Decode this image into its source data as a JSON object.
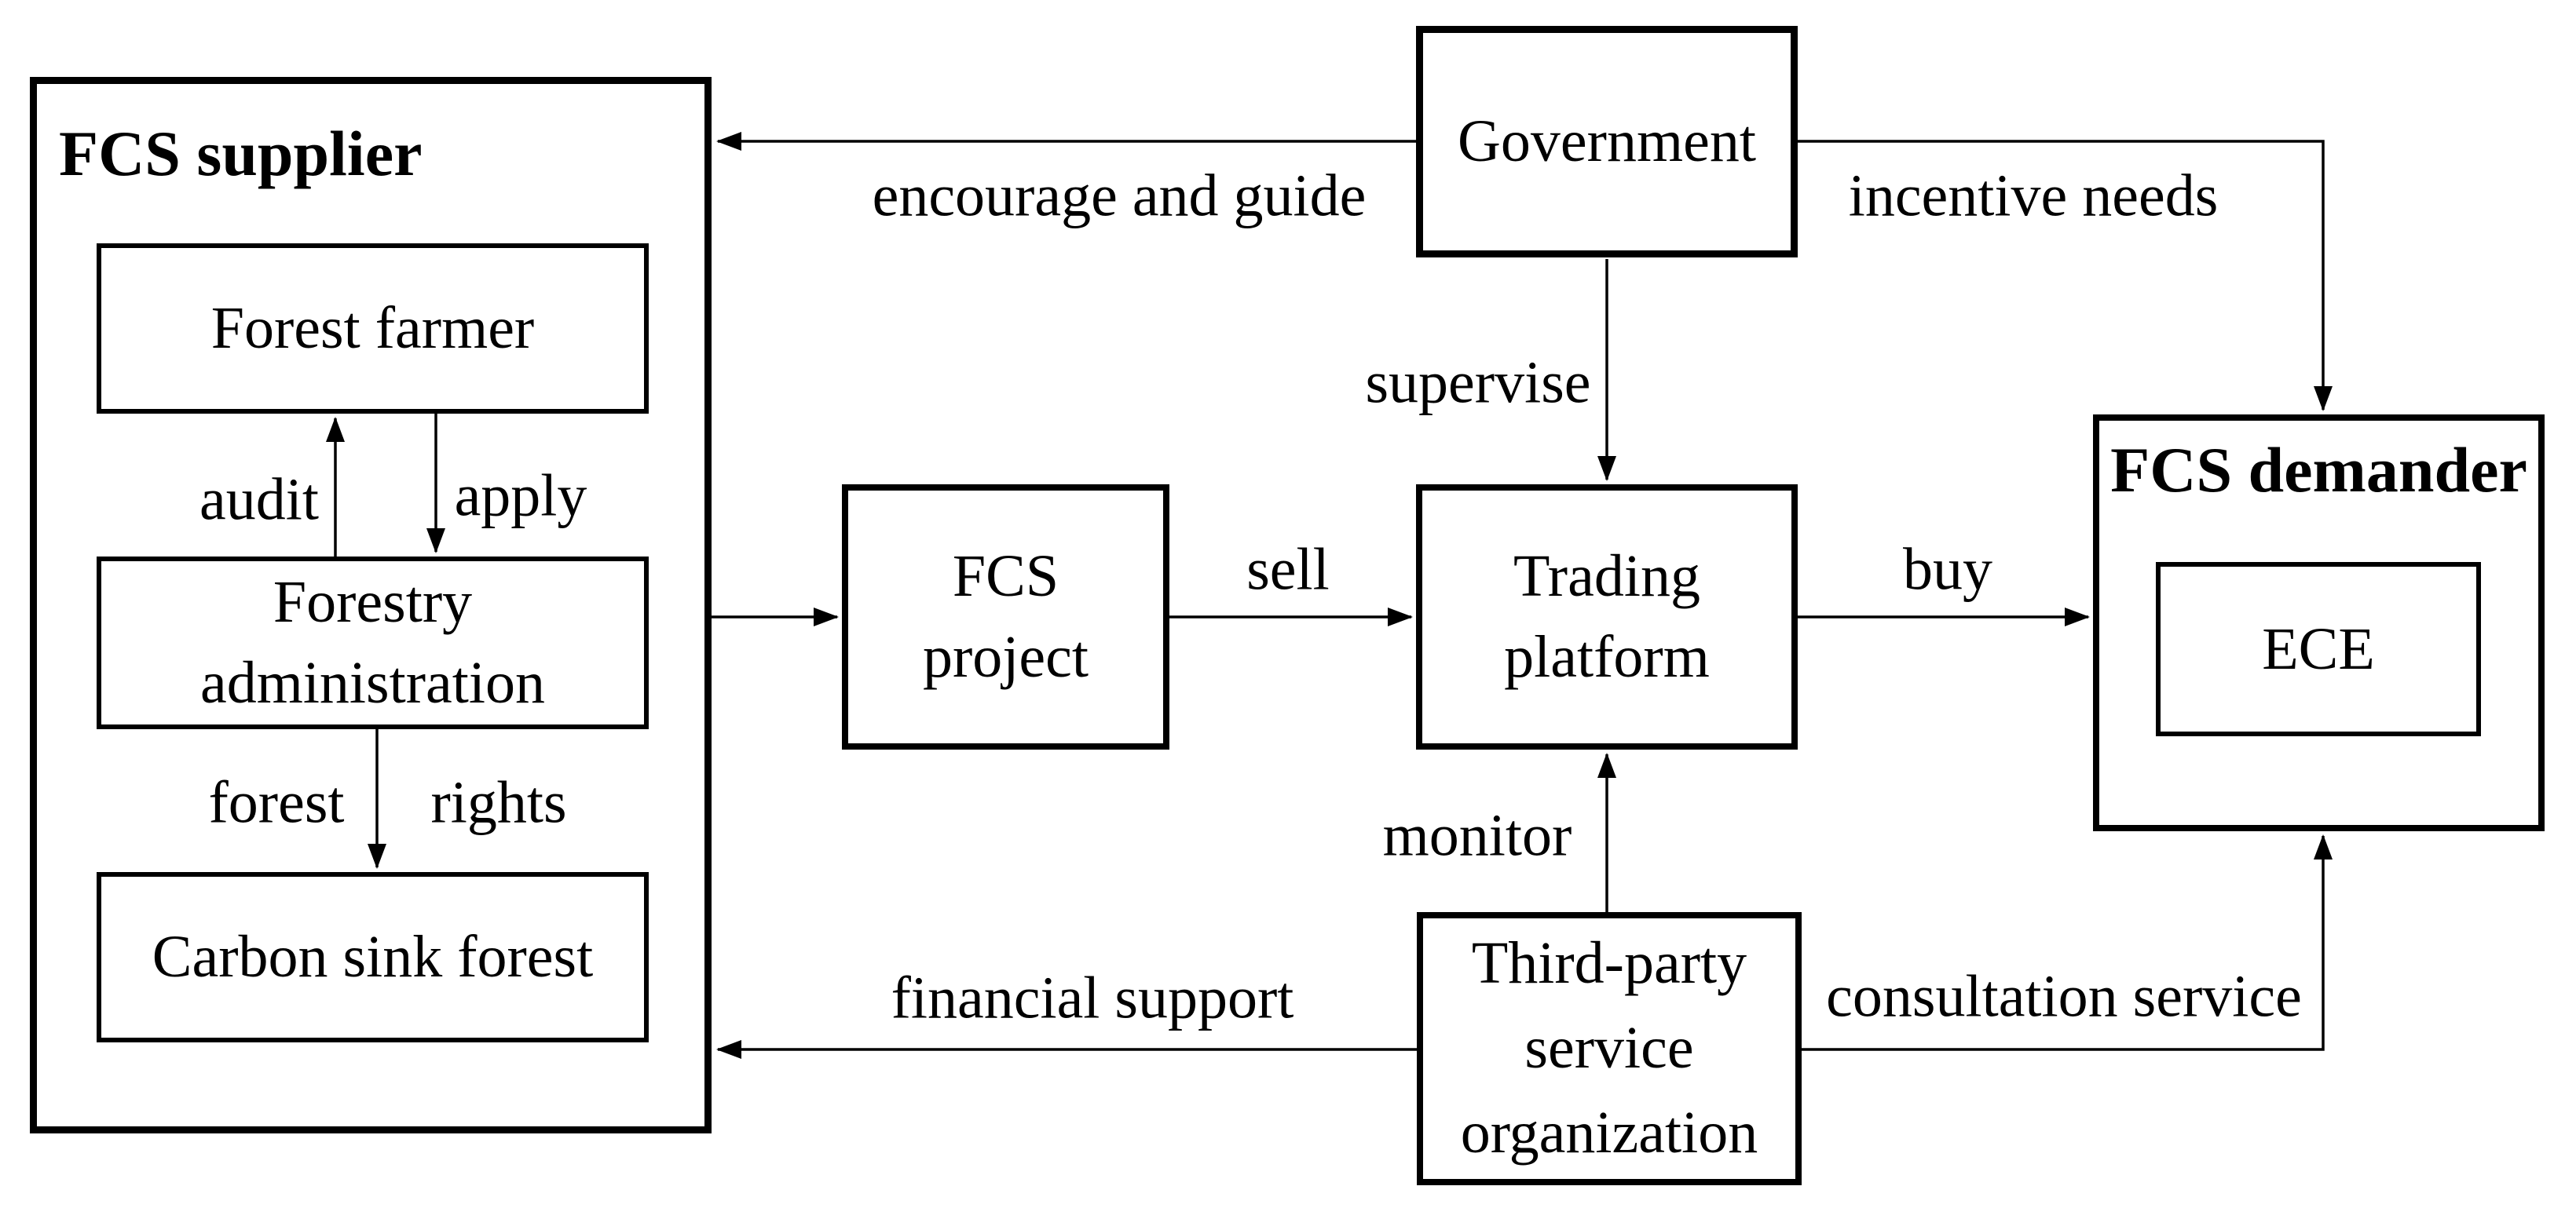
{
  "diagram_type": "flow-diagram",
  "topic": "Forest carbon sink (FCS) trading relationship diagram",
  "nodes": {
    "supplier": {
      "title": "FCS supplier"
    },
    "forest_farmer": {
      "label": "Forest farmer"
    },
    "forestry_admin": {
      "line1": "Forestry",
      "line2": "administration"
    },
    "carbon_sink": {
      "label": "Carbon sink forest"
    },
    "government": {
      "label": "Government"
    },
    "fcs_project": {
      "line1": "FCS",
      "line2": "project"
    },
    "trading_platform": {
      "line1": "Trading",
      "line2": "platform"
    },
    "demander": {
      "title": "FCS demander"
    },
    "ece": {
      "label": "ECE"
    },
    "third_party": {
      "line1": "Third-party",
      "line2": "service",
      "line3": "organization"
    }
  },
  "edges": {
    "encourage_and_guide": {
      "label": "encourage and guide",
      "from": "Government",
      "to": "FCS supplier"
    },
    "incentive_needs": {
      "label": "incentive needs",
      "from": "Government",
      "to": "FCS demander"
    },
    "supervise": {
      "label": "supervise",
      "from": "Government",
      "to": "Trading platform"
    },
    "supplier_to_project": {
      "label": "",
      "from": "FCS supplier",
      "to": "FCS project"
    },
    "sell": {
      "label": "sell",
      "from": "FCS project",
      "to": "Trading platform"
    },
    "buy": {
      "label": "buy",
      "from": "Trading platform",
      "to": "FCS demander"
    },
    "monitor": {
      "label": "monitor",
      "from": "Third-party service organization",
      "to": "Trading platform"
    },
    "financial_support": {
      "label": "financial support",
      "from": "Third-party service organization",
      "to": "FCS supplier"
    },
    "consultation_service": {
      "label": "consultation service",
      "from": "Third-party service organization",
      "to": "FCS demander"
    },
    "audit": {
      "label": "audit",
      "from": "Forestry administration",
      "to": "Forest farmer"
    },
    "apply": {
      "label": "apply",
      "from": "Forest farmer",
      "to": "Forestry administration"
    },
    "forest_rights": {
      "label1": "forest",
      "label2": "rights",
      "from": "Forestry administration",
      "to": "Carbon sink forest"
    }
  },
  "colors": {
    "stroke": "#000000",
    "text": "#000000",
    "background": "#ffffff"
  }
}
